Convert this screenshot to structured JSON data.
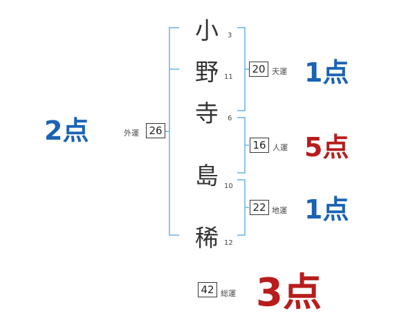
{
  "name_chars": [
    {
      "char": "小",
      "strokes": "3"
    },
    {
      "char": "野",
      "strokes": "11"
    },
    {
      "char": "寺",
      "strokes": "6"
    },
    {
      "char": "島",
      "strokes": "10"
    },
    {
      "char": "稀",
      "strokes": "12"
    }
  ],
  "fortunes": {
    "gaiun": {
      "label": "外運",
      "value": "26",
      "score": "2点"
    },
    "tenun": {
      "label": "天運",
      "value": "20",
      "score": "1点"
    },
    "jinun": {
      "label": "人運",
      "value": "16",
      "score": "5点"
    },
    "chiun": {
      "label": "地運",
      "value": "22",
      "score": "1点"
    },
    "souun": {
      "label": "総運",
      "value": "42",
      "score": "3点"
    }
  },
  "colors": {
    "blue": "#1a63b5",
    "red": "#b81c1c",
    "bracket": "#8cc4e8"
  }
}
